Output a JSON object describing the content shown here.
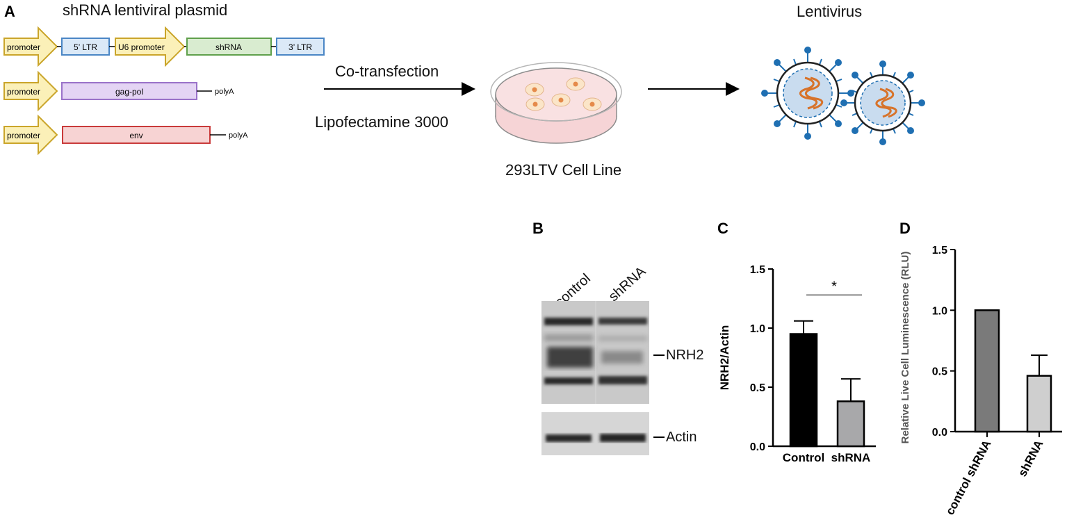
{
  "panelA": {
    "letter": "A",
    "title": "shRNA lentiviral plasmid",
    "row1": {
      "promoter": "promoter",
      "ltr5": "5’ LTR",
      "u6": "U6 promoter",
      "shrna": "shRNA",
      "ltr3": "3’ LTR"
    },
    "row2": {
      "promoter": "promoter",
      "gene": "gag-pol",
      "tail": "polyA"
    },
    "row3": {
      "promoter": "promoter",
      "gene": "env",
      "tail": "polyA"
    },
    "step1_top": "Co-transfection",
    "step1_bottom": "Lipofectamine 3000",
    "dish_label": "293LTV Cell Line",
    "virus_label": "Lentivirus",
    "colors": {
      "promoter": "#fbf0b8",
      "promoter_stroke": "#caa52a",
      "ltr": "#dbe9f7",
      "ltr_stroke": "#4a86c5",
      "shrna": "#d9ecd0",
      "shrna_stroke": "#5fa04b",
      "gagpol": "#e4d4f4",
      "gagpol_stroke": "#9a72c9",
      "env": "#f7d3d3",
      "env_stroke": "#c93a3a",
      "dish": "#f6d4d6",
      "virus": "#1f6fb2",
      "rna": "#d7732a"
    }
  },
  "panelB": {
    "letter": "B",
    "lanes": [
      "control",
      "shRNA"
    ],
    "bands": [
      "NRH2",
      "Actin"
    ]
  },
  "panelC": {
    "letter": "C",
    "significance": "*",
    "chart_data": {
      "type": "bar",
      "categories": [
        "Control",
        "shRNA"
      ],
      "values": [
        0.95,
        0.38
      ],
      "errors": [
        0.11,
        0.19
      ],
      "ylabel": "NRH2/Actin",
      "ylim": [
        0,
        1.5
      ],
      "yticks": [
        "0.0",
        "0.5",
        "1.0",
        "1.5"
      ],
      "bar_colors": [
        "#000000",
        "#a8a8aa"
      ]
    }
  },
  "panelD": {
    "letter": "D",
    "chart_data": {
      "type": "bar",
      "categories": [
        "control shRNA",
        "shRNA"
      ],
      "values": [
        1.0,
        0.46
      ],
      "errors": [
        0,
        0.17
      ],
      "ylabel": "Relative Live Cell Luminescence (RLU)",
      "ylim": [
        0,
        1.5
      ],
      "yticks": [
        "0.0",
        "0.5",
        "1.0",
        "1.5"
      ],
      "bar_colors": [
        "#7a7a7a",
        "#cfcfcf"
      ]
    }
  }
}
